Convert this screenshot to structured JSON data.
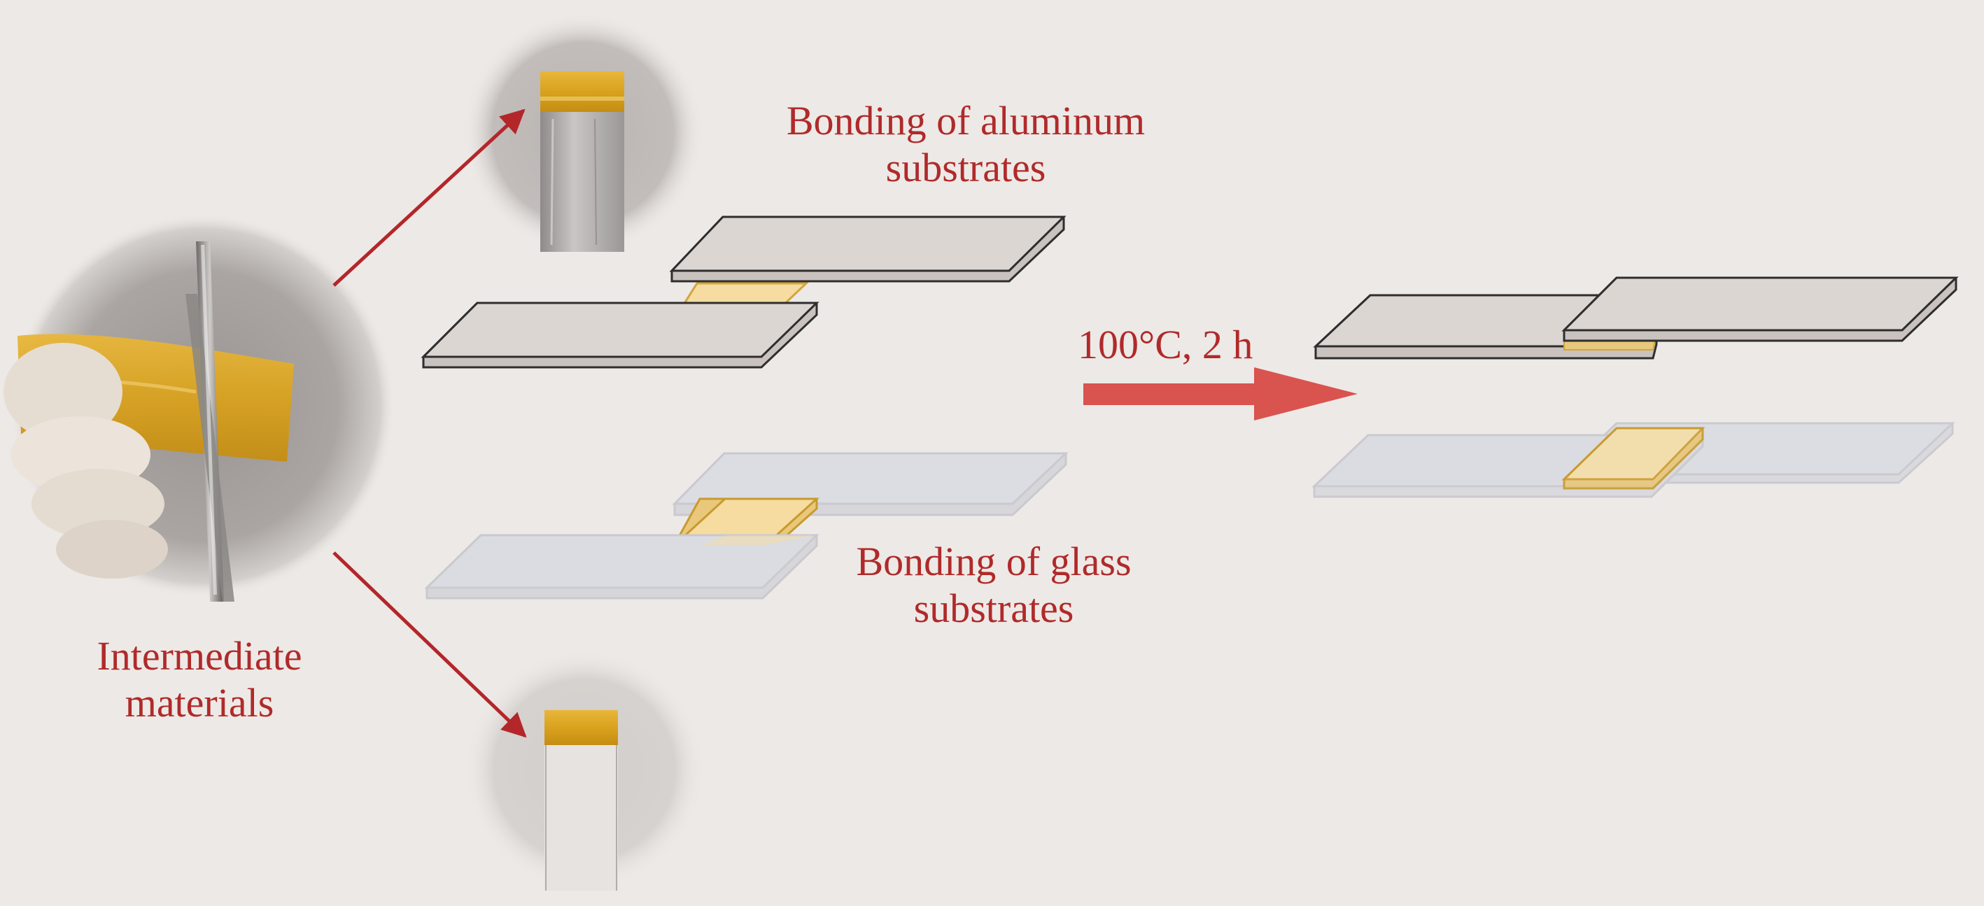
{
  "colors": {
    "accent_text": "#b02a2a",
    "arrow_line": "#b3262a",
    "heat_arrow": "#d9534f",
    "aluminum_top": "#dcd6d3",
    "aluminum_side": "#c9c2bf",
    "glass_top": "#dcdde3",
    "adhesive": "#f6dca0",
    "adhesive_edge": "#d3a53b"
  },
  "labels": {
    "intermediate": [
      "Intermediate",
      "materials"
    ],
    "aluminum": [
      "Bonding of aluminum",
      "substrates"
    ],
    "glass": [
      "Bonding of glass",
      "substrates"
    ],
    "condition": "100°C, 2 h"
  },
  "photos": {
    "main": "scissors-cutting-tape-photo",
    "aluminum_sample": "aluminum-strip-with-adhesive-photo",
    "glass_sample": "glass-strip-with-adhesive-photo"
  }
}
